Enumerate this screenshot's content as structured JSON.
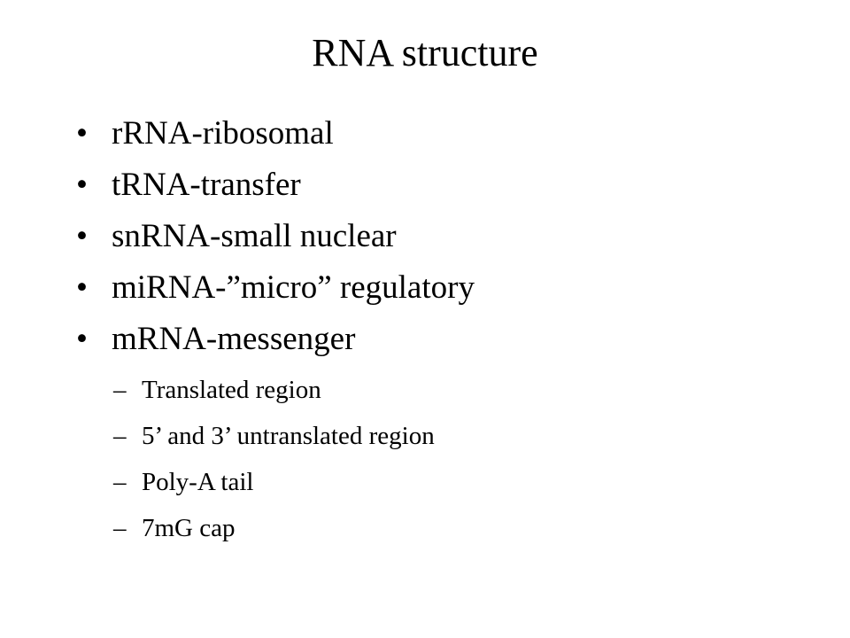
{
  "slide": {
    "title": "RNA structure",
    "bullet_marker": "•",
    "sub_marker": "–",
    "bullets": [
      {
        "label": "rRNA-ribosomal"
      },
      {
        "label": "tRNA-transfer"
      },
      {
        "label": "snRNA-small nuclear"
      },
      {
        "label": "miRNA-”micro” regulatory"
      },
      {
        "label": "mRNA-messenger"
      }
    ],
    "subbullets": [
      {
        "label": "Translated region"
      },
      {
        "label": "5’ and 3’ untranslated region"
      },
      {
        "label": "Poly-A tail"
      },
      {
        "label": "7mG cap"
      }
    ]
  }
}
